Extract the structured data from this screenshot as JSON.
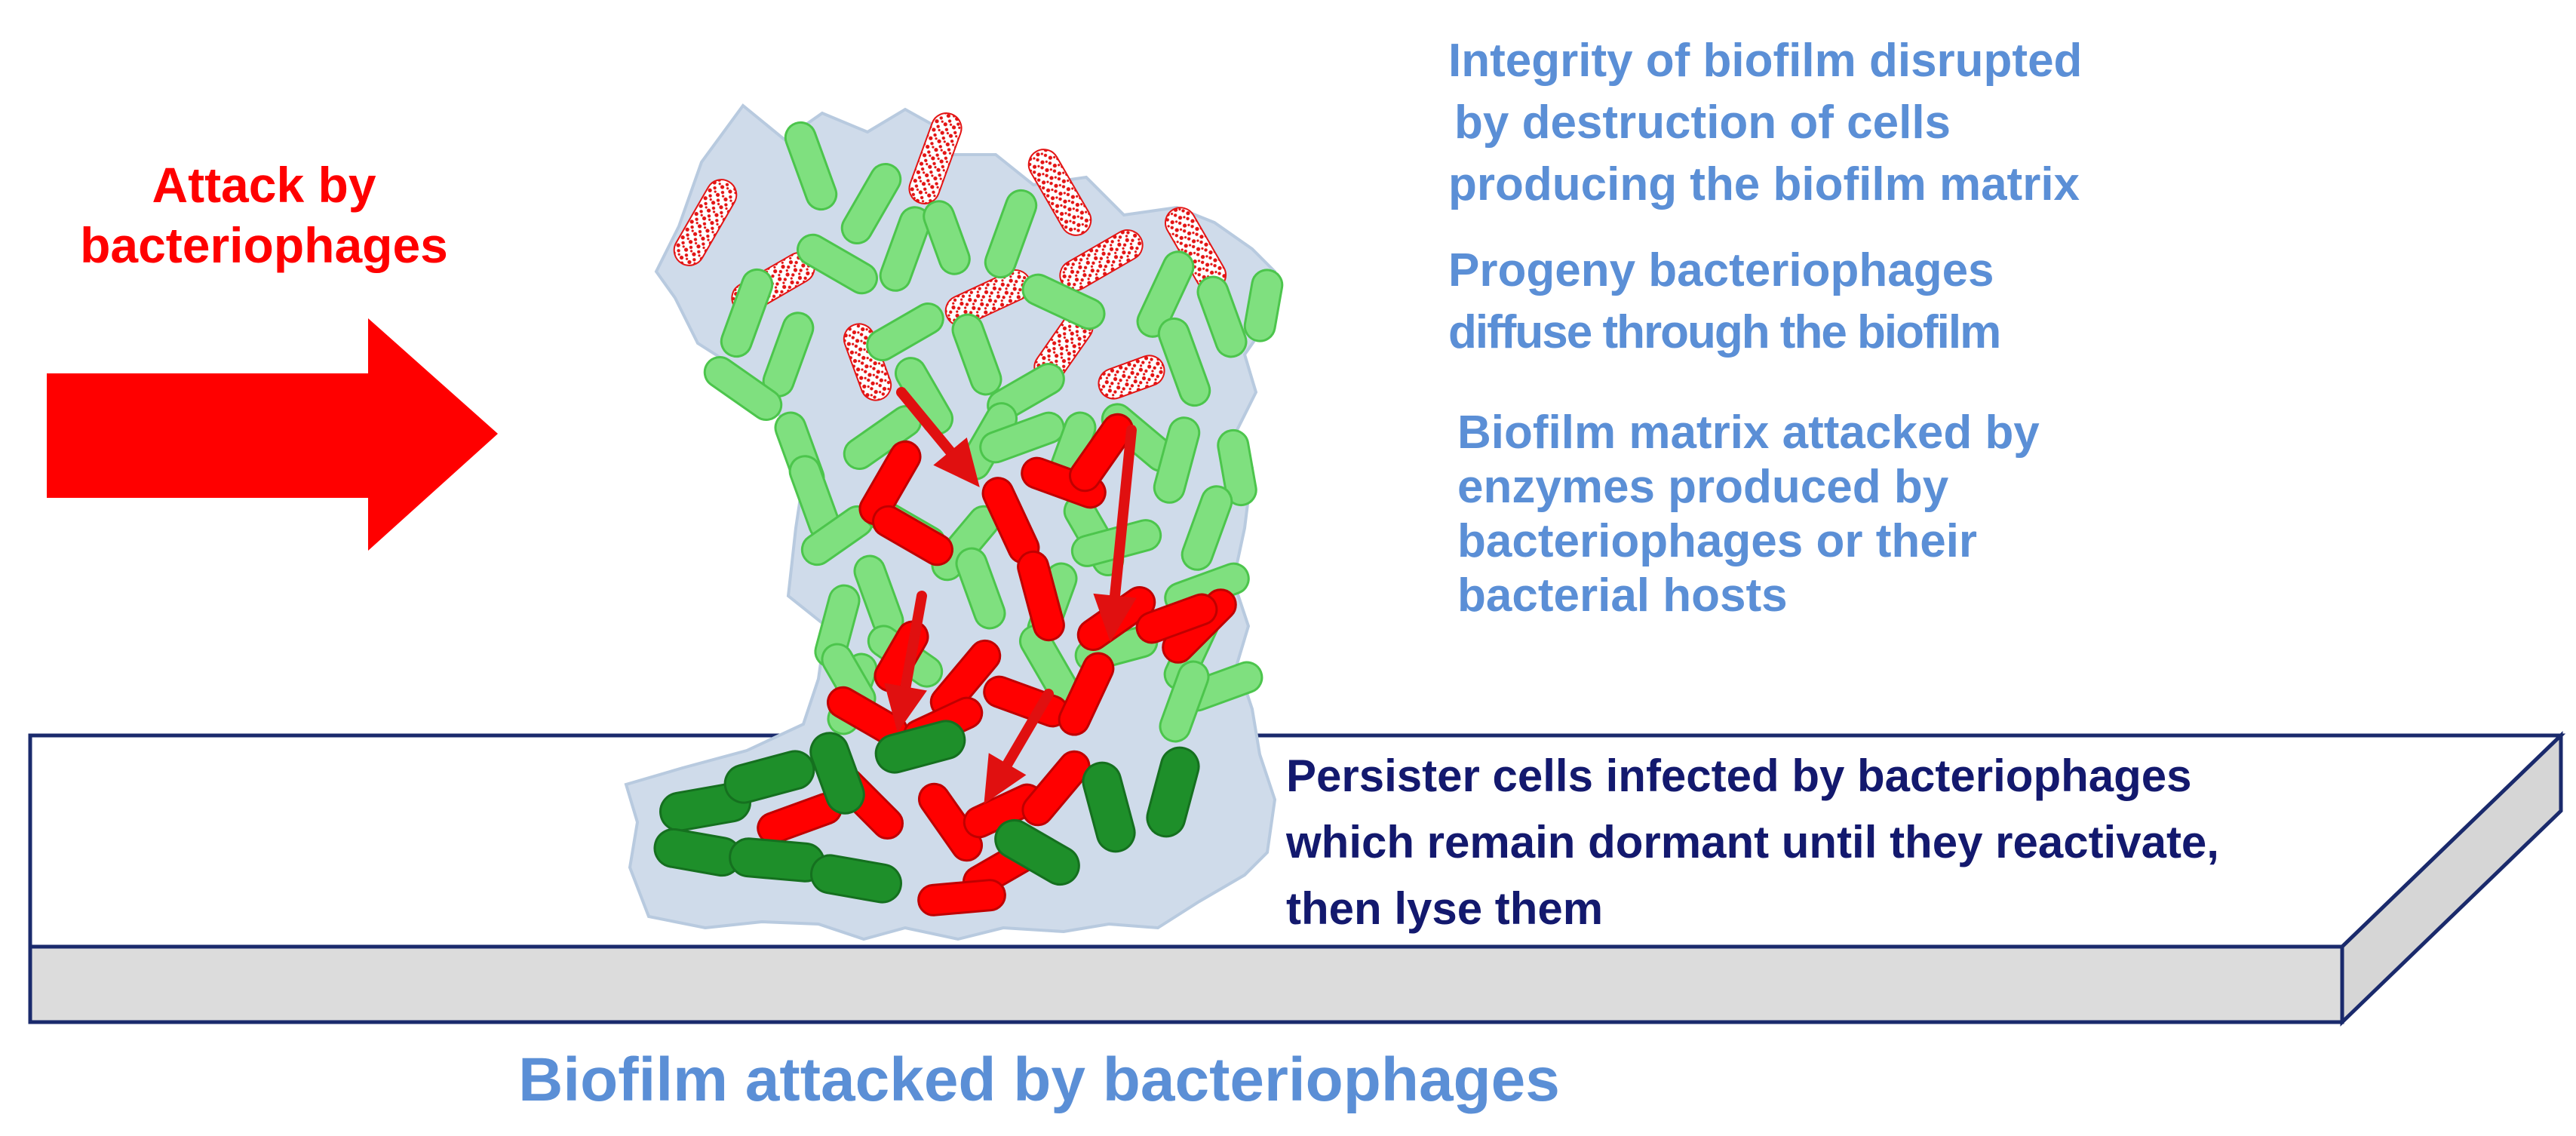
{
  "attack_label": [
    "Attack by",
    "bacteriophages"
  ],
  "annotations": {
    "integrity": [
      "Integrity of biofilm disrupted",
      "by destruction of cells",
      "producing the biofilm matrix"
    ],
    "progeny": [
      "Progeny bacteriophages",
      "diffuse through the biofilm"
    ],
    "matrix": [
      "Biofilm matrix attacked by",
      "enzymes produced by",
      "bacteriophages or their",
      "bacterial hosts"
    ],
    "persister": [
      "Persister cells infected by bacteriophages",
      "which remain dormant until they reactivate,",
      "then lyse them"
    ]
  },
  "caption": "Biofilm attacked by bacteriophages",
  "colors": {
    "annotation_blue": "#5b8fd6",
    "attack_red": "#ff0000",
    "persister_navy": "#13196e",
    "biofilm_matrix": "#cfdbea",
    "healthy_cell": "#7fe07f",
    "persister_cell": "#1e8f2a",
    "infected_cell": "#ff0000",
    "surface_top": "#ffffff",
    "surface_front": "#dcdcdc",
    "surface_edge": "#1a2a6c"
  },
  "legend_semantics": {
    "red_arrows": "phage-diffusion-arrow",
    "speckled_cells": "lysed-cell"
  }
}
